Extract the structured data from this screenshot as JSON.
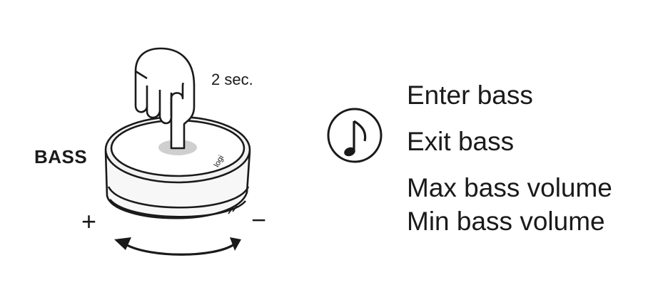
{
  "device": {
    "button_label": "BASS",
    "press_duration": "2 sec.",
    "logo_text": "logi",
    "rotate_plus": "+",
    "rotate_minus": "−"
  },
  "icons": {
    "music": "music-note-icon",
    "hand": "pointing-hand-icon",
    "rotate": "rotate-arrow-icon"
  },
  "functions": [
    "Enter bass",
    "Exit bass",
    "Max bass volume",
    "Min bass volume"
  ],
  "colors": {
    "ink": "#1a1a1a",
    "press_highlight": "#cfcfcf",
    "device_shade": "#f2f2f2"
  }
}
